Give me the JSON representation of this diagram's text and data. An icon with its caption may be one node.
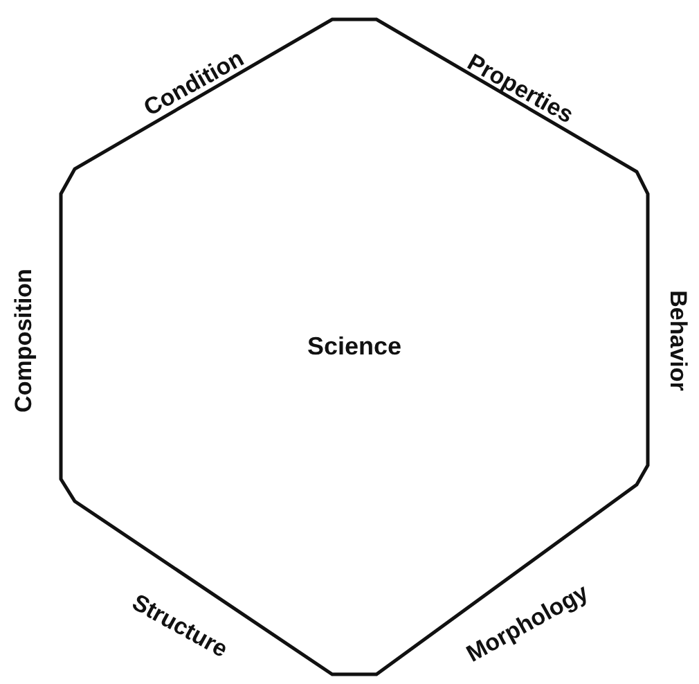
{
  "diagram": {
    "nodes": [
      {
        "text": [
          "Science"
        ],
        "beside": [
          "Condition",
          "Properties",
          "Composition",
          "Behavior",
          "Structure",
          "Morphology"
        ]
      }
    ]
  }
}
